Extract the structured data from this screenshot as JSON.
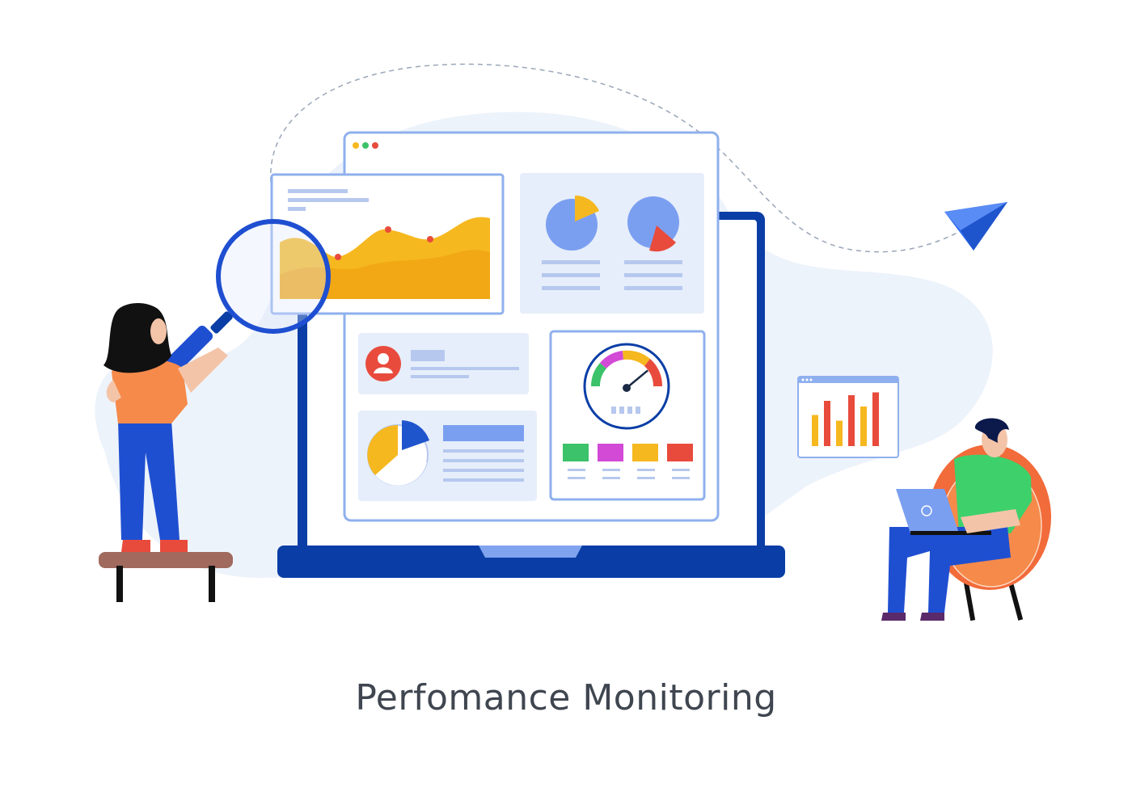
{
  "caption": "Perfomance Monitoring",
  "colors": {
    "background_blob": "#edf3fb",
    "laptop_blue": "#0a3ea6",
    "window_border": "#8fb0ee",
    "panel_fill": "#e6eefb",
    "chart_yellow": "#f6b81f",
    "pie_blue": "#7b9ff0",
    "accent_red": "#e84b3c",
    "dashed_path": "#9aa6b8"
  },
  "icons": {
    "window_dots": "window-control-dots-icon",
    "paper_plane": "paper-plane-icon",
    "magnifier": "magnifying-glass-icon",
    "avatar": "user-avatar-icon",
    "gauge": "speedometer-gauge-icon"
  },
  "gauge_level": 0.78,
  "mini_bar_chart": {
    "values": [
      0.55,
      0.8,
      0.45,
      0.9,
      0.7,
      0.95
    ]
  }
}
